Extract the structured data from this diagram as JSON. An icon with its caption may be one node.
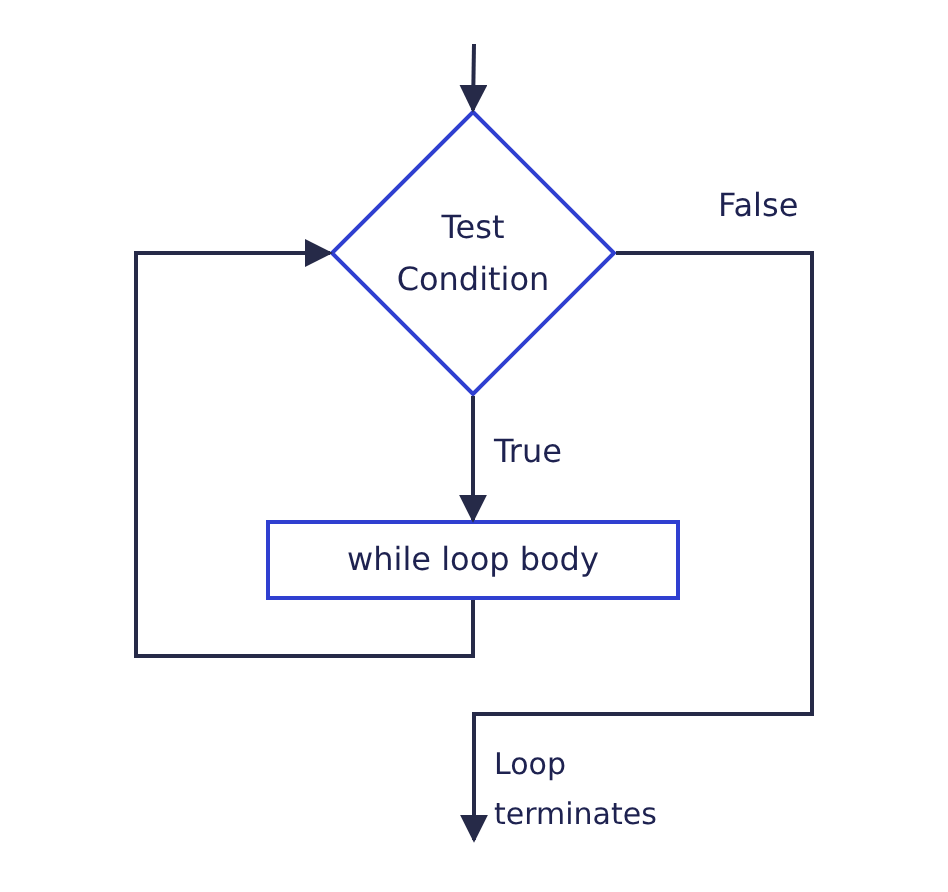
{
  "diagram": {
    "nodes": [
      {
        "text": [
          "Test Condition"
        ]
      },
      {
        "text": [
          "while loop body"
        ]
      },
      {
        "text": [
          "Loop terminates"
        ]
      }
    ],
    "edges": [
      {
        "from": null,
        "to": 0,
        "arrow": "to"
      },
      {
        "from": 0,
        "to": 1,
        "arrow": "to",
        "label": "True"
      },
      {
        "from": 1,
        "to": 0,
        "arrow": "to"
      },
      {
        "from": 0,
        "to": 2,
        "arrow": "to",
        "label": "False"
      }
    ]
  }
}
